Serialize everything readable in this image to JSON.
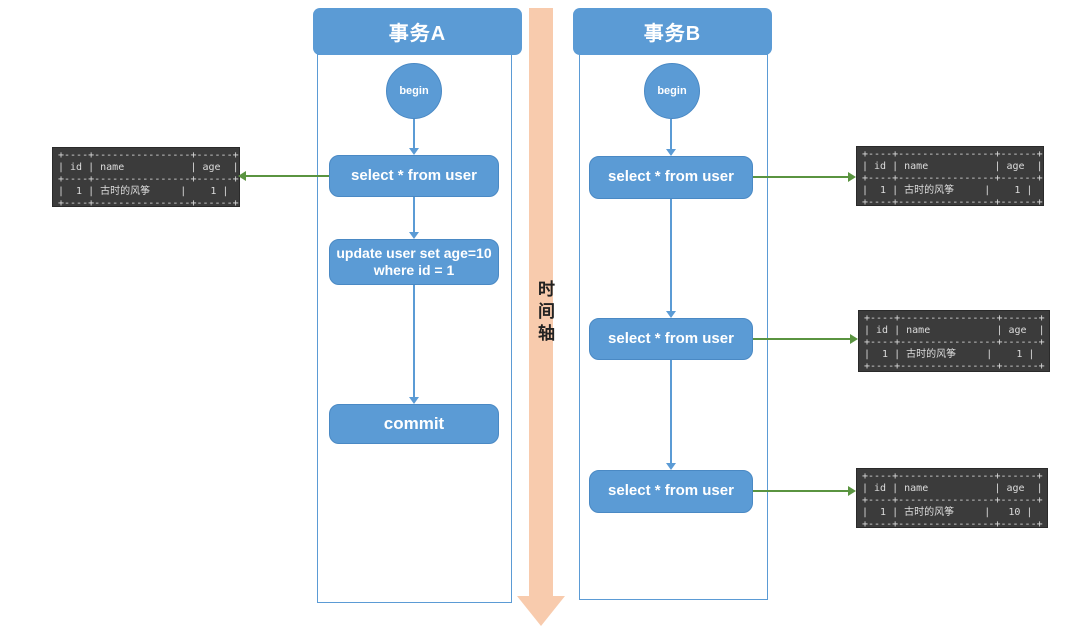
{
  "timeline": {
    "label": "时间轴",
    "color": "#f8cbad"
  },
  "transaction_a": {
    "title": "事务A",
    "begin_label": "begin",
    "step_select": "select * from user",
    "step_update": "update user set age=10\nwhere id = 1",
    "step_commit": "commit"
  },
  "transaction_b": {
    "title": "事务B",
    "begin_label": "begin",
    "step_select_1": "select * from user",
    "step_select_2": "select * from user",
    "step_select_3": "select * from user"
  },
  "result_tables": {
    "a_select": "+----+----------------+------+\n| id | name           | age  |\n+----+----------------+------+\n|  1 | 古时的风筝     |    1 |\n+----+----------------+------+",
    "b_select_1": "+----+----------------+------+\n| id | name           | age  |\n+----+----------------+------+\n|  1 | 古时的风筝     |    1 |\n+----+----------------+------+",
    "b_select_2": "+----+----------------+------+\n| id | name           | age  |\n+----+----------------+------+\n|  1 | 古时的风筝     |    1 |\n+----+----------------+------+",
    "b_select_3": "+----+----------------+------+\n| id | name           | age  |\n+----+----------------+------+\n|  1 | 古时的风筝     |   10 |\n+----+----------------+------+"
  },
  "colors": {
    "node_blue": "#5b9bd5",
    "node_blue_border": "#4a89c4",
    "timeline_peach": "#f8cbad",
    "arrow_green": "#5a9440",
    "table_background": "#3b3b3b",
    "table_text": "#dcdcdc"
  }
}
